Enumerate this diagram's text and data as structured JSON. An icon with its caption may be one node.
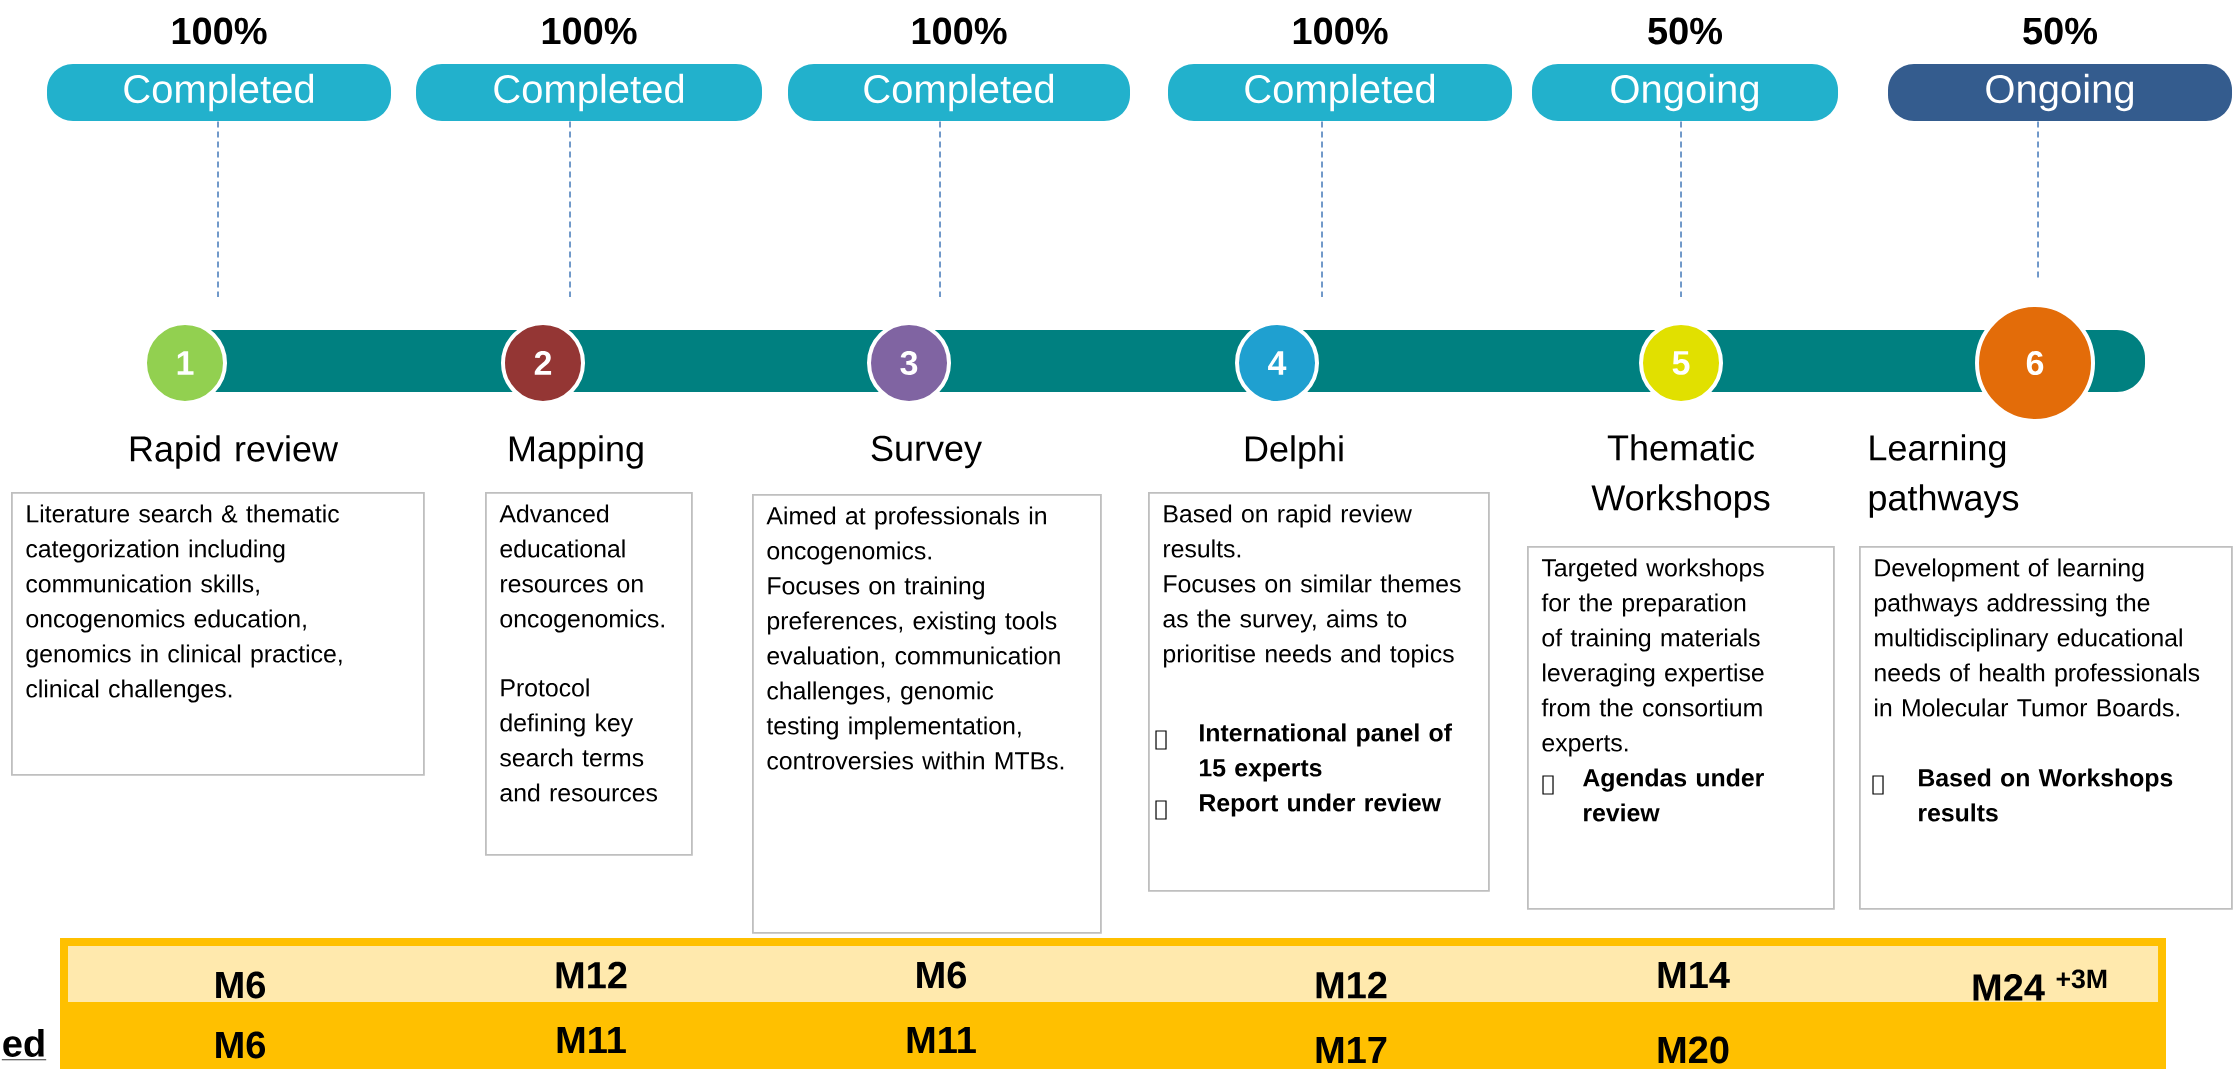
{
  "diagram": {
    "nodes": [
      {
        "text": [
          "100%",
          "Completed"
        ]
      },
      {
        "text": [
          "100%",
          "Completed"
        ]
      },
      {
        "text": [
          "100%",
          "Completed"
        ]
      },
      {
        "text": [
          "100%",
          "Completed"
        ]
      },
      {
        "text": [
          "50%",
          "Ongoing"
        ]
      },
      {
        "text": [
          "50%",
          "Ongoing"
        ]
      },
      {
        "text": [
          "1"
        ]
      },
      {
        "text": [
          "2"
        ]
      },
      {
        "text": [
          "3"
        ]
      },
      {
        "text": [
          "4"
        ]
      },
      {
        "text": [
          "5"
        ]
      },
      {
        "text": [
          "6"
        ]
      },
      {
        "text": [
          "Rapid review",
          "Literature search & thematic categorization including communication skills, oncogenomics education, genomics in clinical practice, clinical challenges."
        ]
      },
      {
        "text": [
          "Mapping",
          "Advanced educational resources on oncogenomics.",
          "Protocol defining key search terms and resources"
        ]
      },
      {
        "text": [
          "Survey",
          "Aimed at professionals in oncogenomics.",
          "Focuses on training preferences, existing tools evaluation, communication challenges, genomic testing implementation, controversies within MTBs."
        ]
      },
      {
        "text": [
          "Delphi",
          "Based on rapid review results.",
          "Focuses on similar themes as the survey, aims to prioritise needs and topics"
        ]
      },
      {
        "text": [
          "International panel of 15 experts"
        ],
        "in": 15
      },
      {
        "text": [
          "Report under review"
        ],
        "in": 15
      },
      {
        "text": [
          "Thematic Workshops",
          "Targeted workshops for the preparation of training materials leveraging expertise from the consortium experts."
        ]
      },
      {
        "text": [
          "Agendas under review"
        ],
        "in": 18
      },
      {
        "text": [
          "Learning pathways",
          "Development of learning pathways addressing the multidisciplinary educational needs of health professionals in Molecular Tumor Boards."
        ]
      },
      {
        "text": [
          "Based on Workshops results"
        ],
        "in": 20
      }
    ],
    "edges": [
      {
        "from": 0,
        "to": 6,
        "arrow": "none",
        "style": "dashed"
      },
      {
        "from": 1,
        "to": 7,
        "arrow": "none",
        "style": "dashed"
      },
      {
        "from": 2,
        "to": 8,
        "arrow": "none",
        "style": "dashed"
      },
      {
        "from": 3,
        "to": 9,
        "arrow": "none",
        "style": "dashed"
      },
      {
        "from": 4,
        "to": 10,
        "arrow": "none",
        "style": "dashed"
      },
      {
        "from": 5,
        "to": 11,
        "arrow": "none",
        "style": "dashed"
      }
    ],
    "labels": [
      "M6",
      "M12",
      "M6",
      "M12",
      "M14",
      "M24 $^{+3M}$",
      "ed",
      "M6",
      "M11",
      "M11",
      "M17",
      "M20"
    ]
  }
}
